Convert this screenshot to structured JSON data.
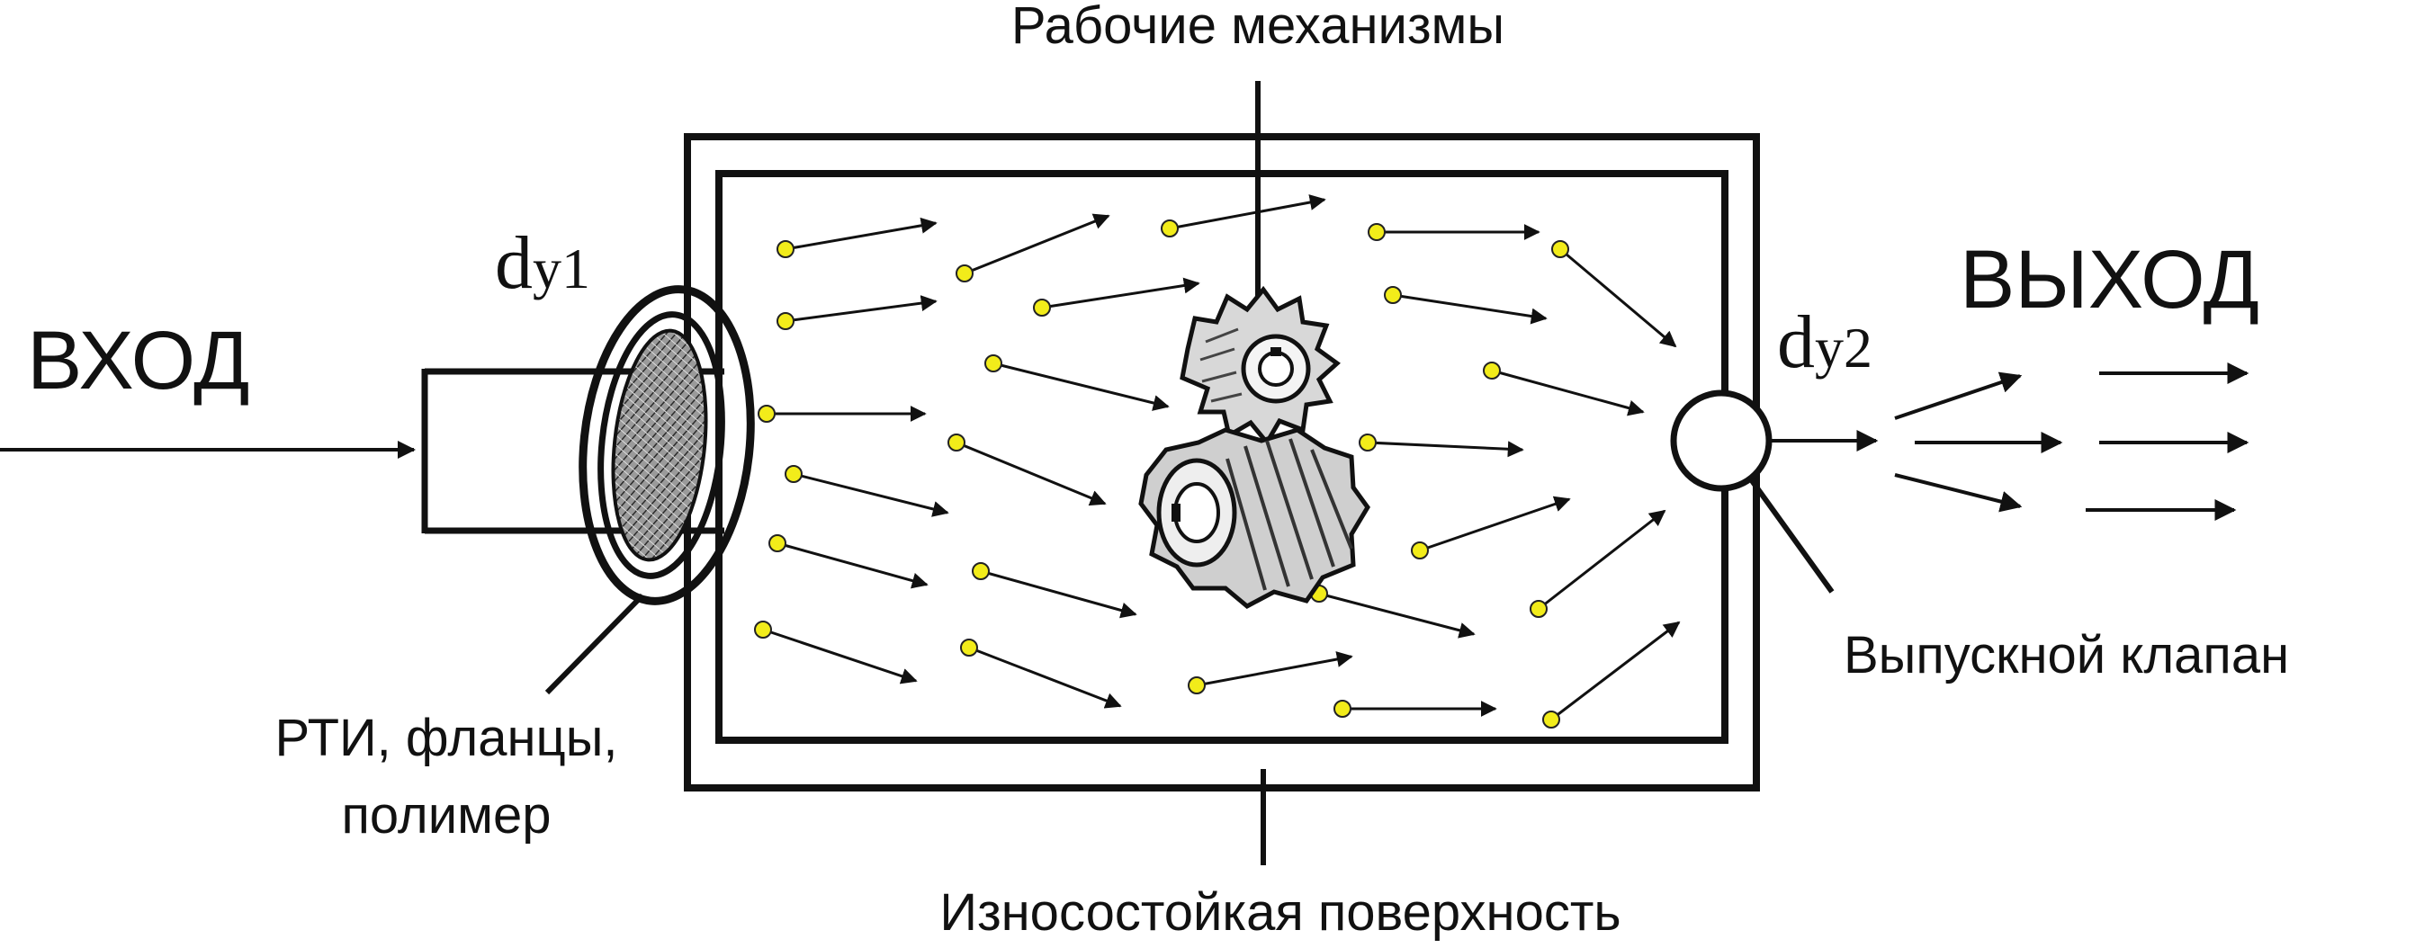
{
  "labels": {
    "input": "ВХОД",
    "output": "ВЫХОД",
    "mechanisms": "Рабочие механизмы",
    "surface": "Износостойкая поверхность",
    "valve": "Выпускной клапан",
    "seal_line1": "РТИ, фланцы,",
    "seal_line2": "полимер",
    "dy1_main": "d",
    "dy1_sub": "y1",
    "dy2_main": "d",
    "dy2_sub": "y2"
  },
  "colors": {
    "particle": "#f2ec1a",
    "ink": "#111111"
  },
  "icons": {
    "gears": "gear-pair-icon",
    "filter": "mesh-filter-icon",
    "valve": "valve-circle-icon"
  }
}
